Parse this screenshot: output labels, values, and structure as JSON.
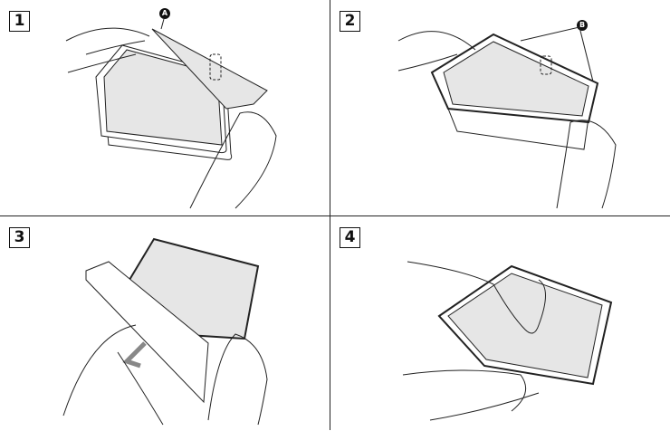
{
  "steps": [
    {
      "number": "1",
      "callout": "A"
    },
    {
      "number": "2",
      "callout": "B"
    },
    {
      "number": "3"
    },
    {
      "number": "4"
    }
  ],
  "colors": {
    "line": "#222222",
    "film": "#e6e6e6",
    "arrow": "#888888"
  }
}
